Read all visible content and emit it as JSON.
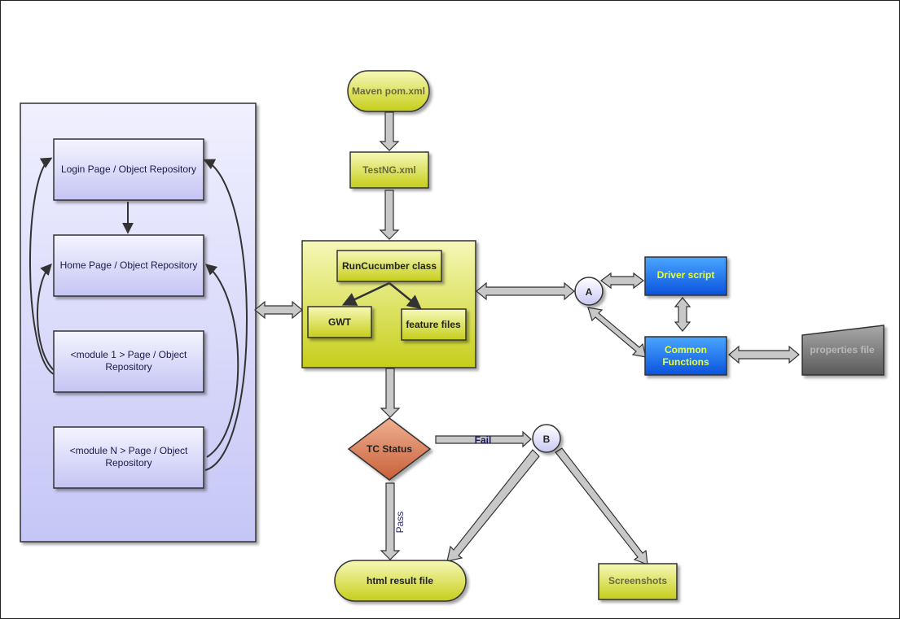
{
  "nodes": {
    "maven": "Maven pom.xml",
    "testng": "TestNG.xml",
    "runcucumber": "RunCucumber class",
    "gwt": "GWT",
    "feature": "feature files",
    "tc_status": "TC Status",
    "fail": "Fail",
    "pass": "Pass",
    "html_result": "html result file",
    "screenshots": "Screenshots",
    "a": "A",
    "b": "B",
    "driver": "Driver script",
    "common_l1": "Common",
    "common_l2": "Functions",
    "properties": "properties file"
  },
  "repository": {
    "login": "Login Page  / Object Repository",
    "home": "Home Page / Object Repository",
    "module1_l1": "<module 1 > Page / Object",
    "module1_l2": "Repository",
    "moduleN_l1": "<module N > Page / Object",
    "moduleN_l2": "Repository"
  }
}
